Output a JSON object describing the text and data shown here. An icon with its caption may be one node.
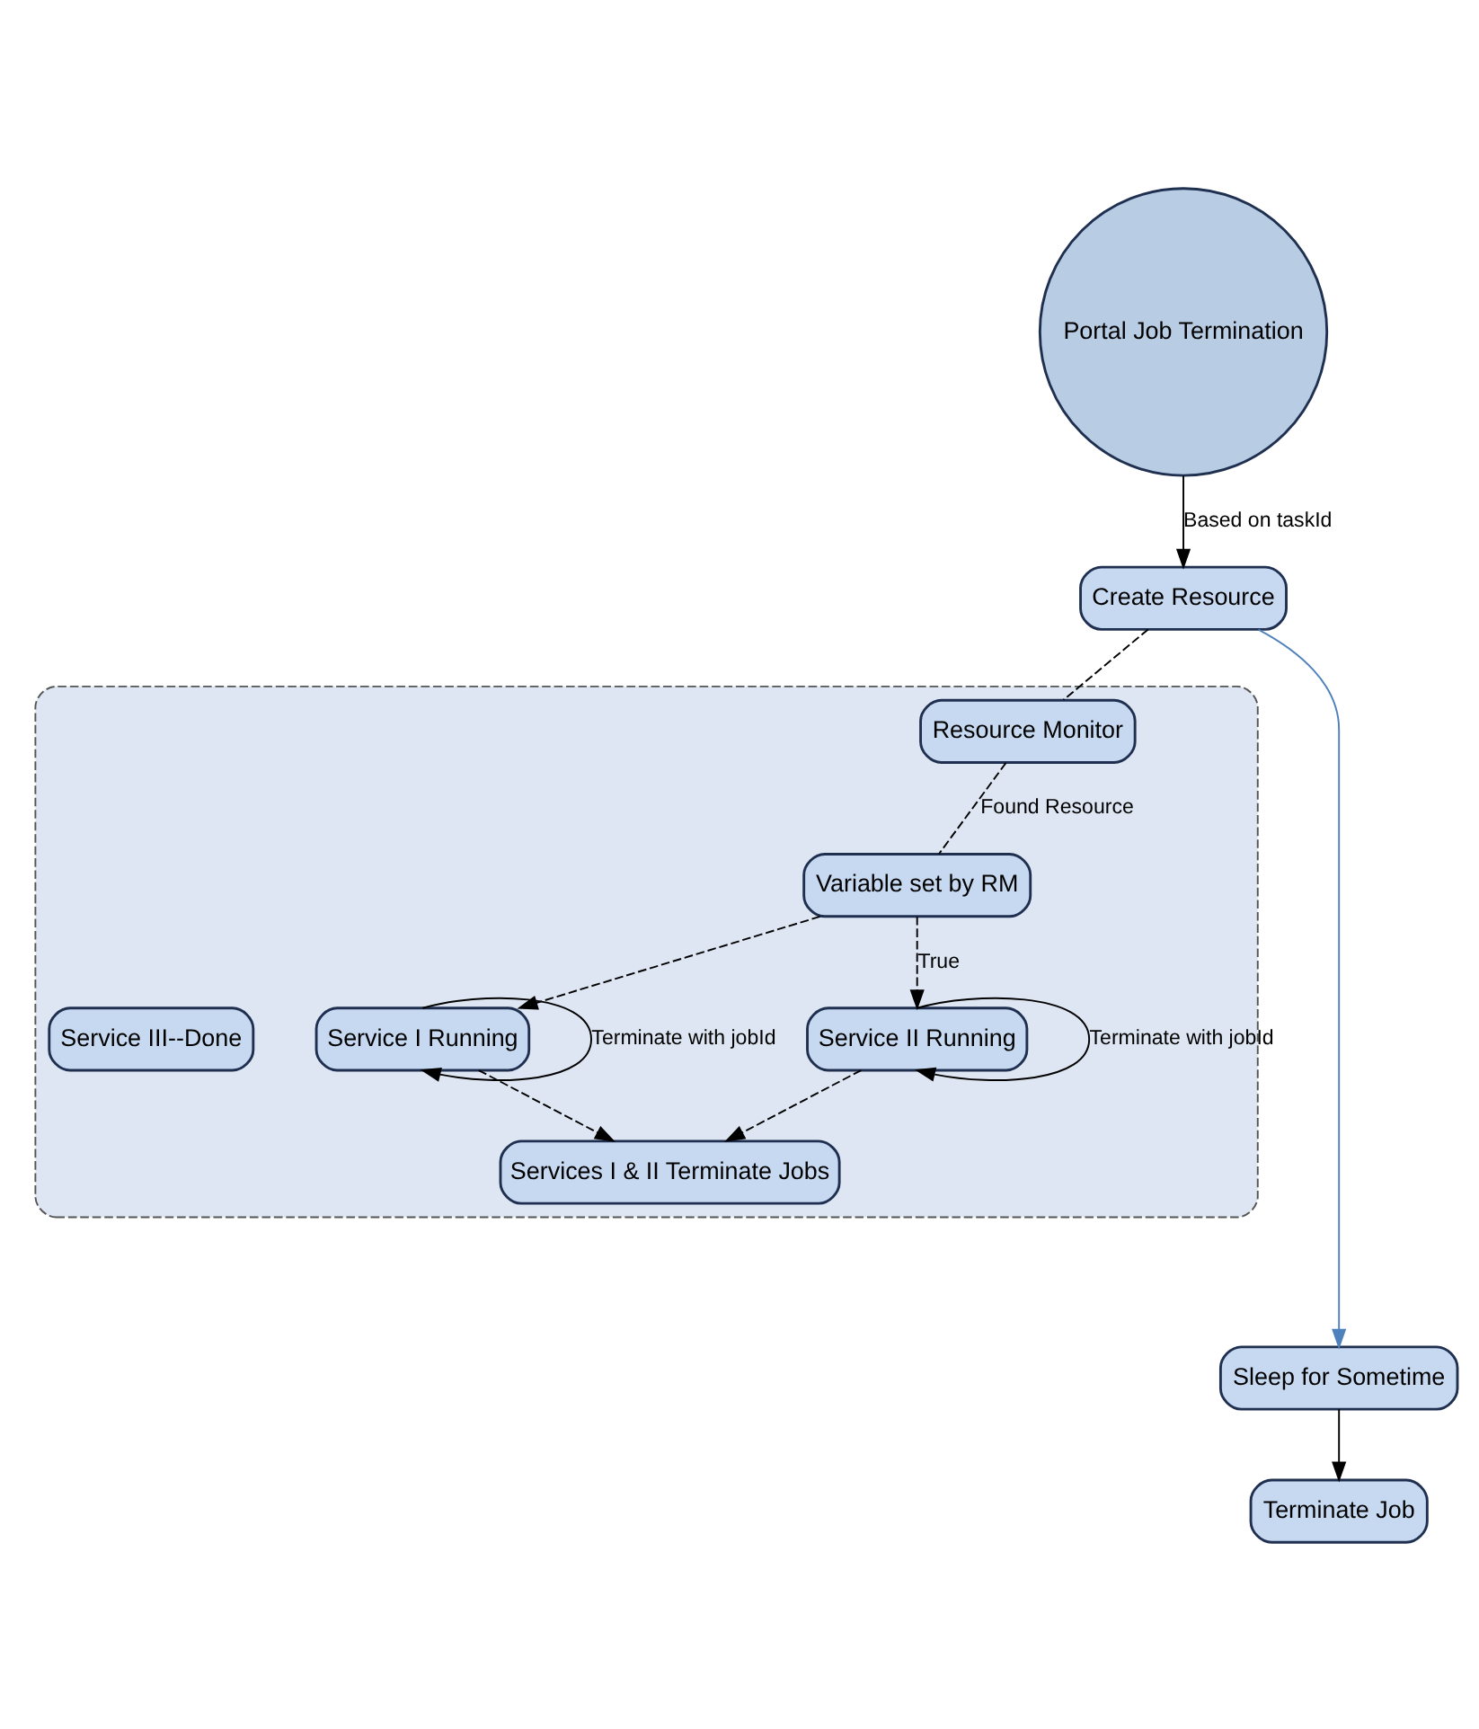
{
  "diagram": {
    "nodes": [
      {
        "text": [
          "Portal Job Termination"
        ]
      },
      {
        "text": [
          "Create Resource"
        ]
      },
      {
        "text": [],
        "shape": "box"
      },
      {
        "text": [
          "Resource Monitor"
        ],
        "in": 2
      },
      {
        "text": [
          "Variable set by RM"
        ],
        "in": 2
      },
      {
        "text": [
          "Service I Running"
        ],
        "in": 2
      },
      {
        "text": [
          "Service II Running"
        ],
        "in": 2
      },
      {
        "text": [
          "Service III--Done"
        ],
        "in": 2
      },
      {
        "text": [
          "Services I & II Terminate Jobs"
        ],
        "in": 2
      },
      {
        "text": [
          "Sleep for Sometime"
        ]
      },
      {
        "text": [
          "Terminate Job"
        ]
      }
    ],
    "edges": [
      {
        "from": 0,
        "to": 1,
        "arrow": "to",
        "label": "Based on taskId"
      },
      {
        "from": 1,
        "to": 3,
        "arrow": "none",
        "style": "dashed"
      },
      {
        "from": 3,
        "to": 4,
        "arrow": "none",
        "style": "dashed",
        "label": "Found Resource"
      },
      {
        "from": 4,
        "to": 5,
        "arrow": "to",
        "style": "dashed"
      },
      {
        "from": 4,
        "to": 6,
        "arrow": "to",
        "style": "dashed",
        "label": "True"
      },
      {
        "from": 5,
        "to": 5,
        "arrow": "to",
        "label": "Terminate with jobId"
      },
      {
        "from": 6,
        "to": 6,
        "arrow": "to",
        "label": "Terminate with jobId"
      },
      {
        "from": 5,
        "to": 8,
        "arrow": "to",
        "style": "dashed"
      },
      {
        "from": 6,
        "to": 8,
        "arrow": "to",
        "style": "dashed"
      },
      {
        "from": 1,
        "to": 9,
        "arrow": "to",
        "color": "#4f81bd"
      },
      {
        "from": 9,
        "to": 10,
        "arrow": "to"
      }
    ]
  }
}
